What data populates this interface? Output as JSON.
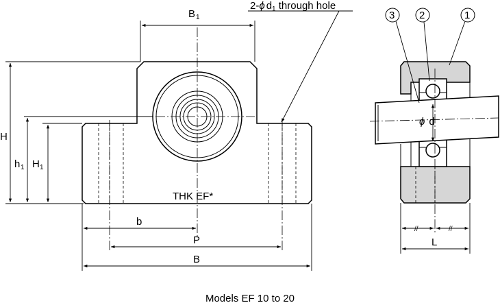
{
  "labels": {
    "b1_main": "B",
    "b1_sub": "1",
    "hole_prefix": "2-",
    "hole_phi": "ϕ",
    "hole_d": "d",
    "hole_sub": "1",
    "hole_suffix": " through hole",
    "h": "H",
    "h1_small_main": "h",
    "h1_small_sub": "1",
    "h1_cap_main": "H",
    "h1_cap_sub": "1",
    "b": "b",
    "p": "P",
    "b_total": "B",
    "thk": "THK EF*",
    "phi": "ϕ",
    "d": "d",
    "l": "L",
    "part1": "1",
    "part2": "2",
    "part3": "3",
    "break1": "//",
    "break2": "//"
  },
  "caption": "Models EF 10 to 20"
}
